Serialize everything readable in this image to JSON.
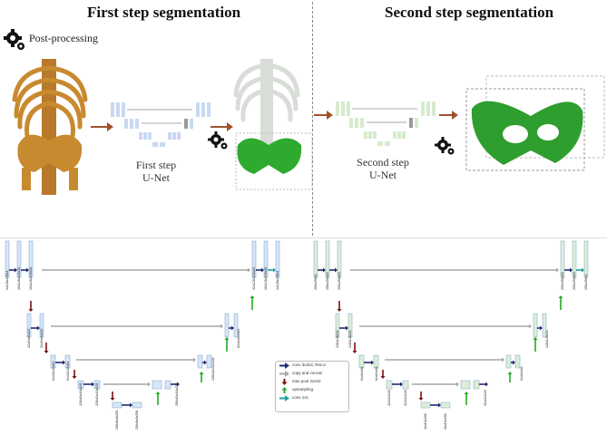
{
  "top": {
    "title_left": "First step segmentation",
    "title_right": "Second step segmentation",
    "post_processing_label": "Post-processing",
    "first_step_label_line1": "First step",
    "first_step_label_line2": "U-Net",
    "second_step_label_line1": "Second step",
    "second_step_label_line2": "U-Net"
  },
  "legend": {
    "conv": "conv 3x3x3, ReLU",
    "copy": "copy and concat",
    "maxpool": "max pool 2x2x2",
    "upsampling": "upsampling",
    "conv1": "conv 1x1"
  },
  "unet_left": {
    "l1_in": "1x128x128x1",
    "l1_a": "16x128x128x16",
    "l1_b": "16x128x128x16",
    "l2_a": "32x64x64x32",
    "l2_b": "32x64x64x32",
    "l3_a": "64x32x32x64",
    "l3_b": "64x32x32x64",
    "l4_a": "128x16x16x128",
    "l4_b": "128x16x16x128",
    "l5_a": "256x8x8x256",
    "l5_b": "256x8x8x256",
    "r4": "256x16x16x256",
    "r3": "128x32x32x128",
    "r2": "64x64x64x64",
    "r1_a": "32x128x128x32",
    "r1_b": "16x128x128x16",
    "out": "1x128x128x1"
  },
  "unet_right": {
    "l1_in": "256x256x1",
    "l1_a": "256x256x16",
    "l1_b": "256x256x16",
    "l2_a": "128x128x32",
    "l2_b": "128x128x32",
    "l3_a": "64x64x64",
    "l3_b": "64x64x64",
    "l4_a": "32x32x128",
    "l4_b": "32x32x128",
    "l5_a": "16x16x256",
    "l5_b": "16x16x256",
    "r4": "32x32x128",
    "r3": "64x64x64",
    "r2": "128x128x32",
    "r1_a": "256x256x16",
    "r1_b": "256x256x16",
    "out": "256x256x1"
  },
  "colors": {
    "bone": "#c88a2e",
    "bone_faded": "#d9ddd8",
    "pelvis_green": "#2eaa2e",
    "arrow_brown": "#a0522d",
    "conv_arrow": "#1f2b6e",
    "copy_arrow": "#a6a6a6",
    "pool_arrow": "#7a1010",
    "up_arrow": "#22aa22",
    "conv1_arrow": "#1aa3a3",
    "box_blue": "#d6e6f7",
    "box_green": "#dcefd6"
  }
}
